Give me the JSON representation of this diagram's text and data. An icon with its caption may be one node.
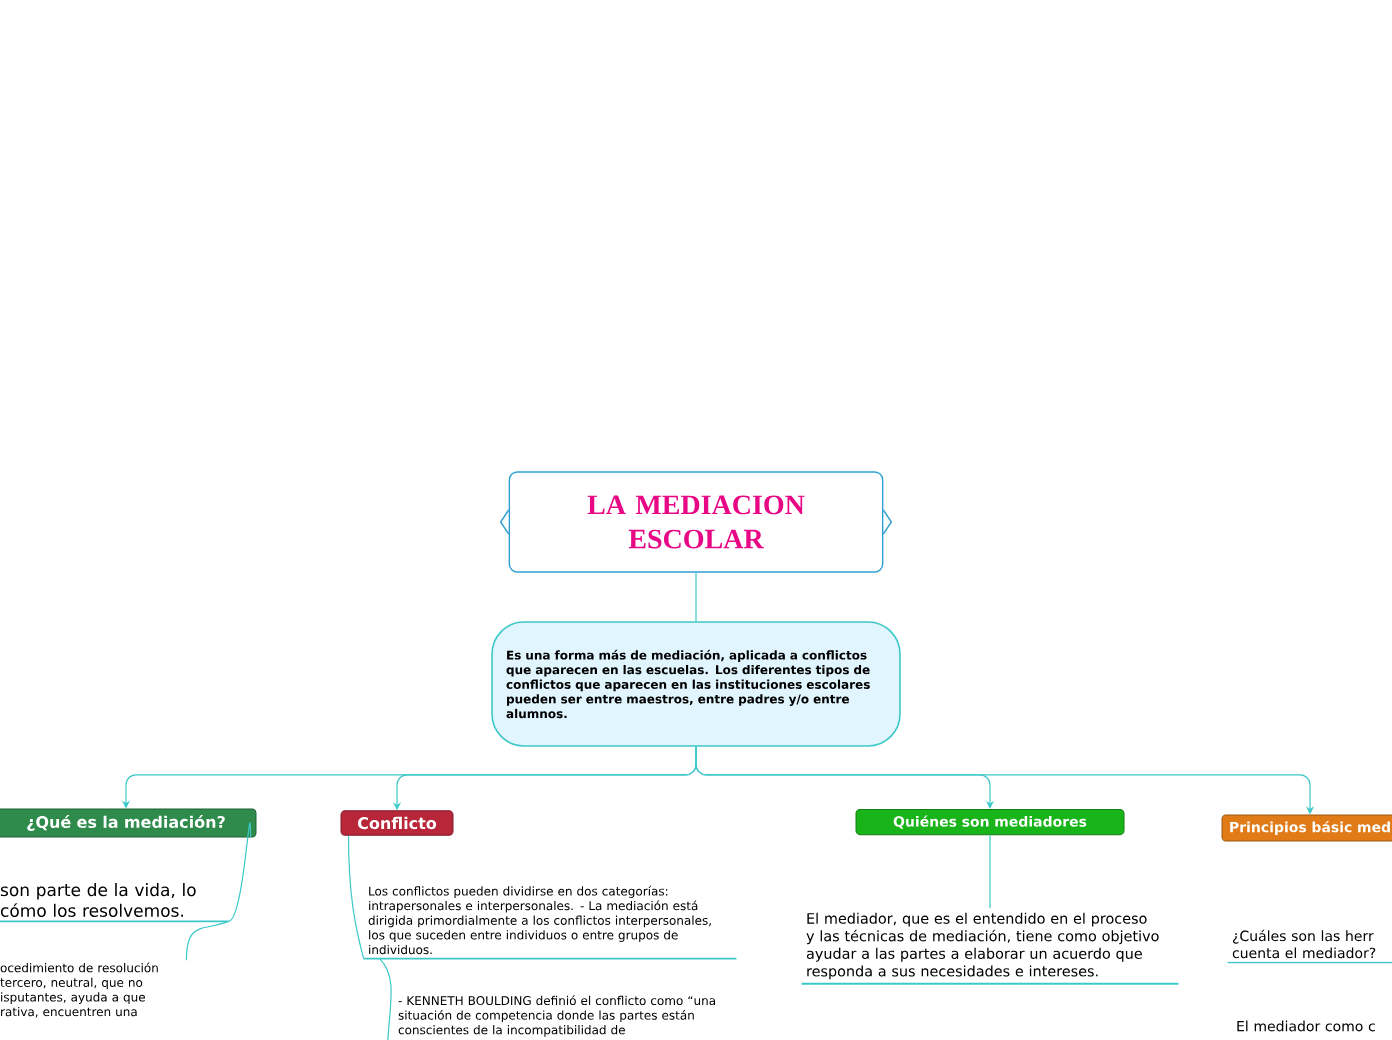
{
  "diagram": {
    "nodes": [
      {
        "text": [
          "LA MEDIACION ESCOLAR"
        ]
      },
      {
        "text": [
          "Es una forma más de mediación, aplicada a conflictos que aparecen en las escuelas. Los diferentes tipos de conflictos que aparecen en las instituciones escolares pueden ser entre maestros, entre padres y/o entre alumnos."
        ]
      },
      {
        "text": [
          "¿Qué es la mediación?"
        ]
      },
      {
        "text": [
          "Conflicto"
        ]
      },
      {
        "text": [
          "Quiénes son mediadores"
        ]
      },
      {
        "text": [
          "Principios básic med"
        ]
      },
      {
        "text": [
          "son parte de la vida, lo cómo los resolvemos."
        ]
      },
      {
        "text": [
          "ocedimiento de resolución tercero, neutral, que no isputantes, ayuda a que rativa, encuentren una"
        ]
      },
      {
        "text": [
          "Los conflictos pueden dividirse en dos categorías: intrapersonales e interpersonales. - La mediación está dirigida primordialmente a los conflictos interpersonales, los que suceden entre individuos o entre grupos de individuos."
        ]
      },
      {
        "text": [
          "- KENNETH BOULDING definió el conflicto como “una situación de competencia donde las partes están conscientes de la incompatibilidad de"
        ]
      },
      {
        "text": [
          "El mediador, que es el entendido en el proceso y las técnicas de mediación, tiene como objetivo ayudar a las partes a elaborar un acuerdo que responda a sus necesidades e intereses."
        ]
      },
      {
        "text": [
          "¿Cuáles son las herr cuenta el mediador?"
        ]
      },
      {
        "text": [
          "El mediador como c"
        ]
      }
    ],
    "edges": [
      {
        "from": 0,
        "to": 1,
        "arrow": "none"
      },
      {
        "from": 1,
        "to": 2,
        "arrow": "to"
      },
      {
        "from": 1,
        "to": 3,
        "arrow": "to"
      },
      {
        "from": 1,
        "to": 4,
        "arrow": "to"
      },
      {
        "from": 1,
        "to": 5,
        "arrow": "to"
      },
      {
        "from": 2,
        "to": 6,
        "arrow": "none"
      },
      {
        "from": 6,
        "to": 7,
        "arrow": "none"
      },
      {
        "from": 3,
        "to": 8,
        "arrow": "none"
      },
      {
        "from": 8,
        "to": 9,
        "arrow": "none"
      },
      {
        "from": 4,
        "to": 10,
        "arrow": "none"
      }
    ]
  }
}
